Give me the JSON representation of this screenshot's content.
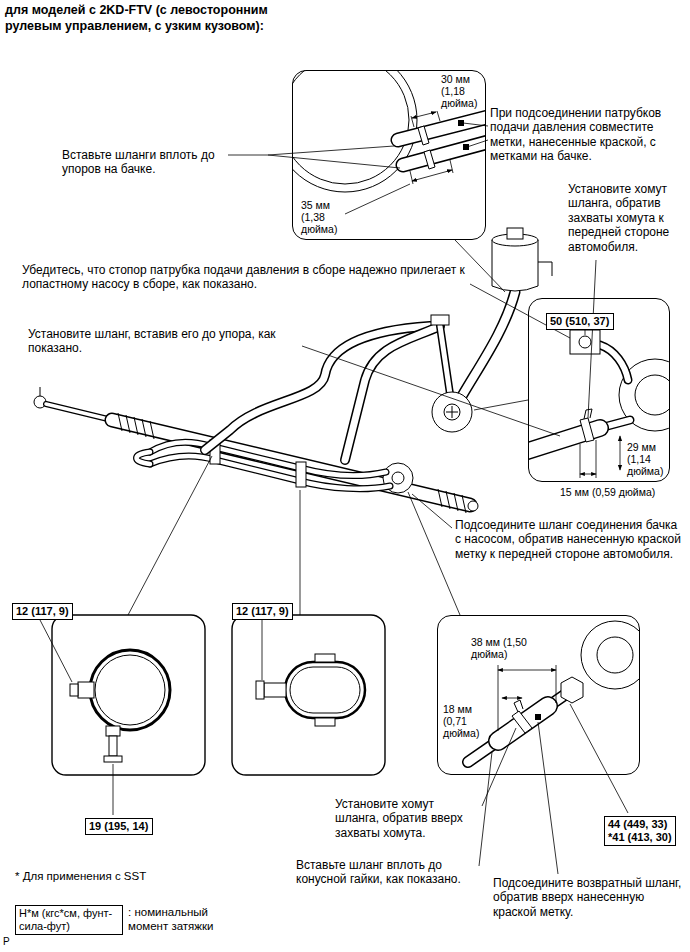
{
  "diagram": {
    "title": "для моделей с 2KD-FTV (с левосторонним рулевым управлением, с узким кузовом):",
    "nodes": [
      {
        "text": [
          "30 мм (1,18 дюйма)",
          "35 мм (1,38 дюйма)"
        ]
      },
      {
        "text": [
          "29 мм (1,14 дюйма)"
        ]
      },
      {
        "text": [
          "50 (510, 37)"
        ],
        "in": 1
      },
      {
        "text": [
          "12 (117, 9)"
        ]
      },
      {
        "text": [
          "12 (117, 9)"
        ]
      },
      {
        "text": [
          "38 мм (1,50 дюйма)",
          "18 мм (0,71 дюйма)"
        ]
      },
      {
        "text": [
          "19 (195, 14)"
        ]
      },
      {
        "text": [
          "44 (449, 33)",
          "*41 (413, 30)"
        ]
      },
      {
        "text": [
          "Н*м (кгс*см, фунт-сила-фут)",
          ": номинальный момент затяжки"
        ]
      }
    ],
    "labels": [
      "При подсоединении патрубков подачи давления совместите метки, нанесенные краской, с метками на бачке.",
      "Вставьте шланги вплоть до упоров на бачке.",
      "Установите хомут шланга, обратив захваты хомута к передней стороне автомобиля.",
      "Убедитесь, что стопор патрубка подачи давления в сборе надежно прилегает к лопастному насосу в сборе, как показано.",
      "Установите шланг, вставив его до упора, как показано.",
      "15 мм (0,59 дюйма)",
      "Подсоедините шланг соединения бачка с насосом, обратив нанесенную краской метку к передней стороне автомобиля.",
      "Установите хомут шланга, обратив вверх захваты хомута.",
      "Вставьте шланг вплоть до конусной гайки, как показано.",
      "Подсоедините возвратный шланг, обратив вверх нанесенную краской метку.",
      "* Для применения с SST",
      "P"
    ]
  }
}
